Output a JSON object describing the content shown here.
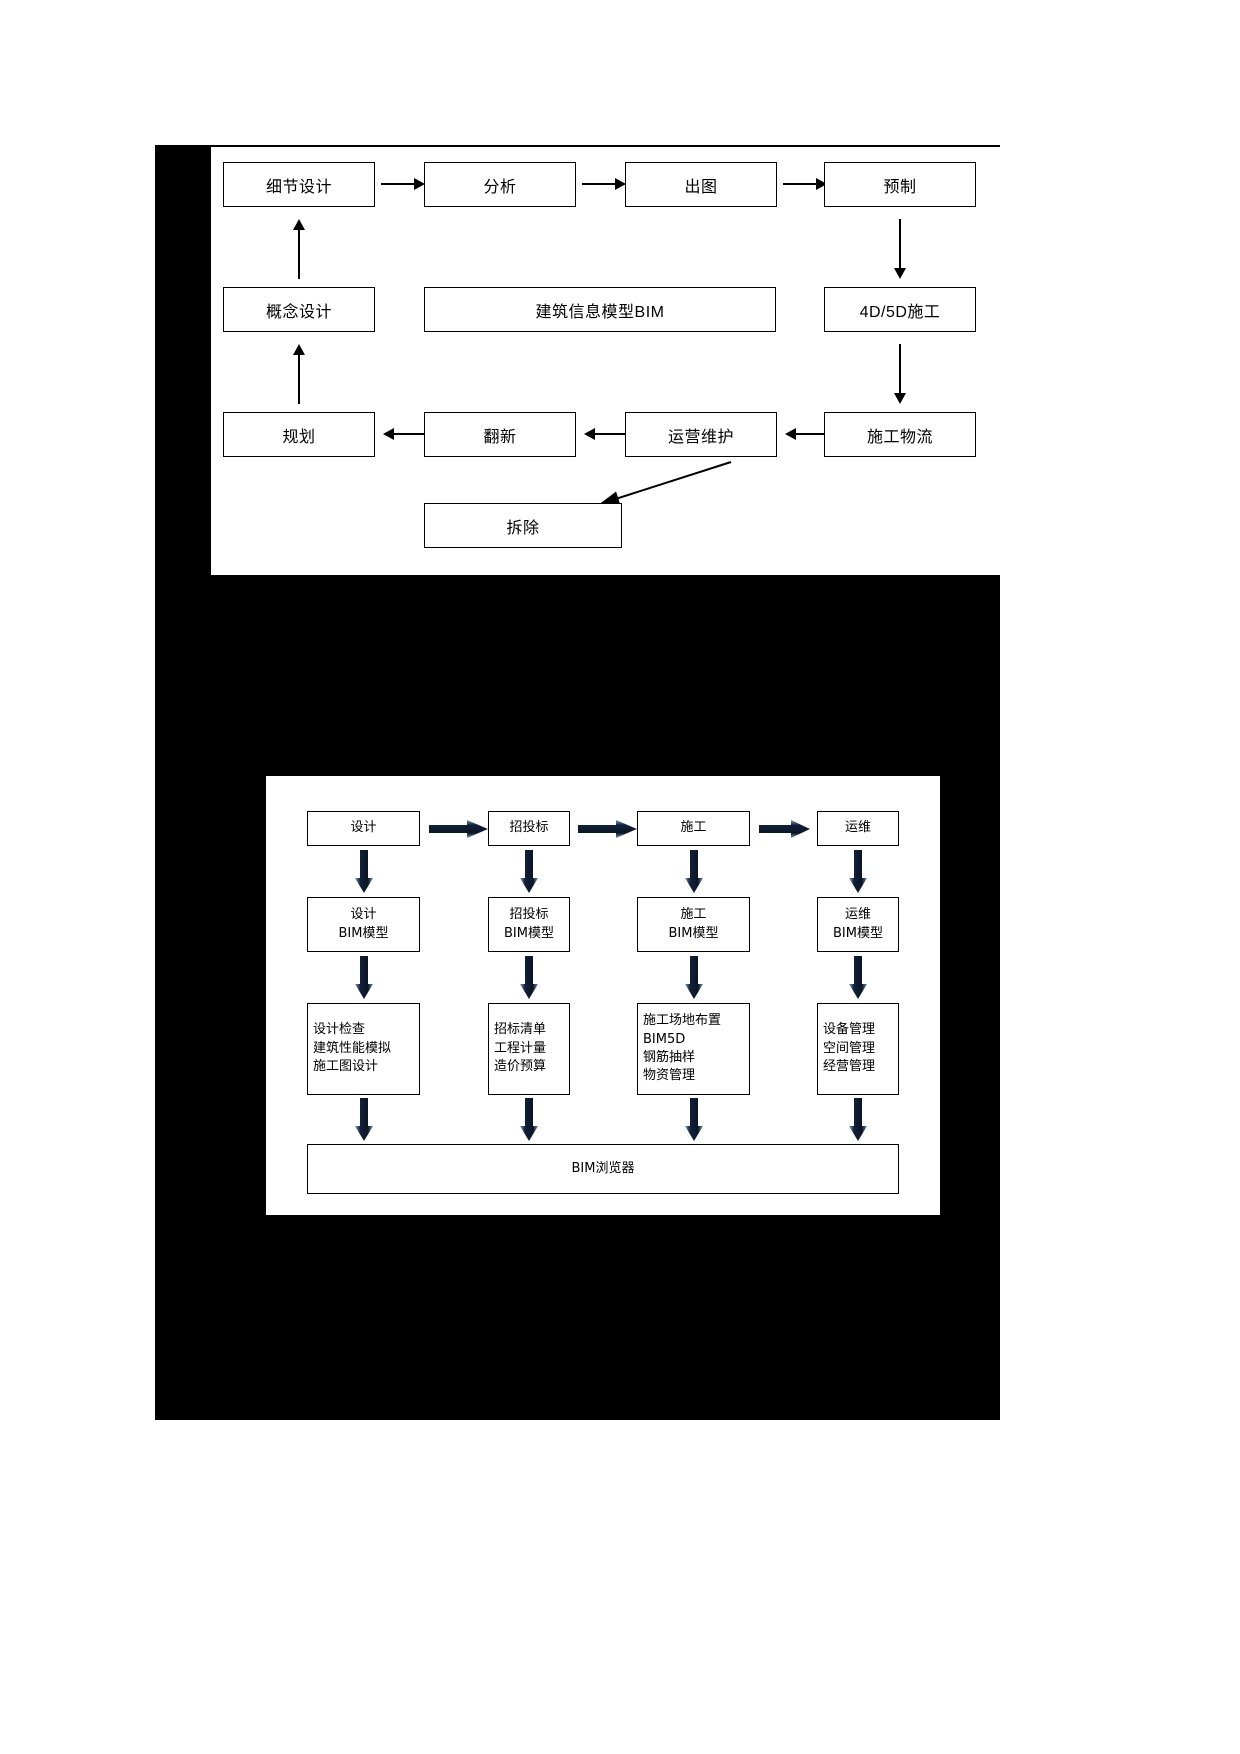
{
  "figure_top": {
    "name": "BIM lifecycle loop diagram",
    "nodes": {
      "detail_design": "细节设计",
      "analysis": "分析",
      "drawing": "出图",
      "prefab": "预制",
      "concept_design": "概念设计",
      "bim_center": "建筑信息模型BIM",
      "construction_4d5d": "4D/5D施工",
      "planning": "规划",
      "renovation": "翻新",
      "operation_maintenance": "运营维护",
      "construction_logistics": "施工物流",
      "demolition": "拆除"
    },
    "arrows": [
      {
        "name": "detail-design-to-analysis",
        "dir": "right"
      },
      {
        "name": "analysis-to-drawing",
        "dir": "right"
      },
      {
        "name": "drawing-to-prefab",
        "dir": "right"
      },
      {
        "name": "prefab-to-4d5d",
        "dir": "down"
      },
      {
        "name": "4d5d-to-logistics",
        "dir": "down"
      },
      {
        "name": "logistics-to-operation",
        "dir": "left"
      },
      {
        "name": "operation-to-renovation",
        "dir": "left"
      },
      {
        "name": "renovation-to-planning",
        "dir": "left"
      },
      {
        "name": "planning-to-concept-design",
        "dir": "up"
      },
      {
        "name": "concept-design-to-detail-design",
        "dir": "up"
      },
      {
        "name": "operation-to-demolition",
        "dir": "diagonal-down-left"
      }
    ]
  },
  "figure_bottom": {
    "name": "BIM phase application diagram",
    "stage_row": [
      {
        "label": "设计"
      },
      {
        "label": "招投标"
      },
      {
        "label": "施工"
      },
      {
        "label": "运维"
      }
    ],
    "model_row": [
      {
        "label": "设计\nBIM模型"
      },
      {
        "label": "招投标\nBIM模型"
      },
      {
        "label": "施工\nBIM模型"
      },
      {
        "label": "运维\nBIM模型"
      }
    ],
    "detail_row": [
      {
        "label": "设计检查\n建筑性能模拟\n施工图设计"
      },
      {
        "label": "招标清单\n工程计量\n造价预算"
      },
      {
        "label": "施工场地布置\nBIM5D\n钢筋抽样\n物资管理"
      },
      {
        "label": "设备管理\n空间管理\n经营管理"
      }
    ],
    "footer": {
      "label": "BIM浏览器"
    },
    "arrow_colors": {
      "dark": "#0d1b2e",
      "light": "#5b84b1"
    }
  }
}
